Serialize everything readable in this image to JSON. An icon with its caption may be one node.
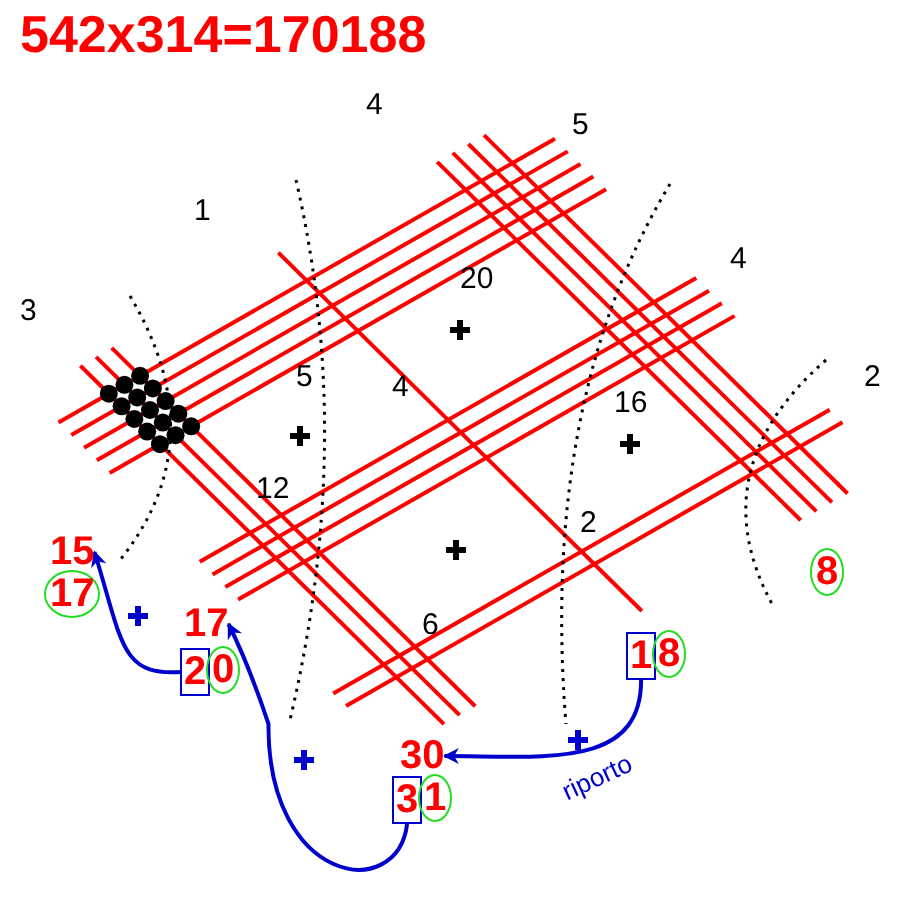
{
  "diagram": {
    "title": "542x314=170188",
    "nodes": [
      {
        "text": [
          "15"
        ]
      },
      {
        "text": [
          "17"
        ]
      },
      {
        "text": [
          "8"
        ]
      },
      {
        "text": [
          "17"
        ]
      },
      {
        "text": [
          "1"
        ]
      },
      {
        "text": [
          "8"
        ]
      },
      {
        "text": [
          "2"
        ]
      },
      {
        "text": [
          "0"
        ]
      },
      {
        "text": [
          "30"
        ]
      },
      {
        "text": [
          "3"
        ]
      },
      {
        "text": [
          "1"
        ]
      }
    ],
    "edges": [
      {
        "from": 4,
        "to": 8,
        "arrow": "to",
        "label": "riporto"
      },
      {
        "from": 9,
        "to": 3,
        "arrow": "to"
      },
      {
        "from": 6,
        "to": 0,
        "arrow": "to"
      }
    ],
    "labels": [
      "4",
      "5",
      "1",
      "4",
      "20",
      "3",
      "5",
      "4",
      "16",
      "2",
      "12",
      "2",
      "6"
    ]
  }
}
